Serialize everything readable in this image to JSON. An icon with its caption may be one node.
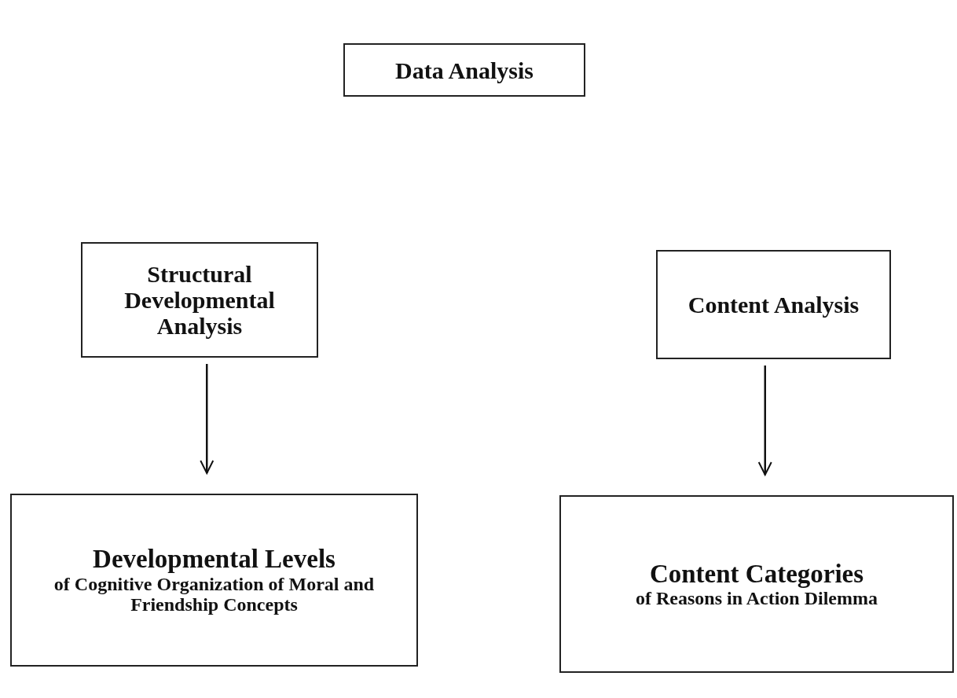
{
  "diagram": {
    "nodes": [
      {
        "text": [
          "Data Analysis"
        ]
      },
      {
        "text": [
          "Structural Developmental Analysis"
        ]
      },
      {
        "text": [
          "Content Analysis"
        ]
      },
      {
        "text": [
          "Developmental Levels",
          "of Cognitive Organization of Moral and Friendship Concepts"
        ]
      },
      {
        "text": [
          "Content Categories",
          "of Reasons in Action Dilemma"
        ]
      }
    ],
    "edges": [
      {
        "from": 1,
        "to": 3,
        "arrow": "to"
      },
      {
        "from": 2,
        "to": 4,
        "arrow": "to"
      }
    ]
  }
}
